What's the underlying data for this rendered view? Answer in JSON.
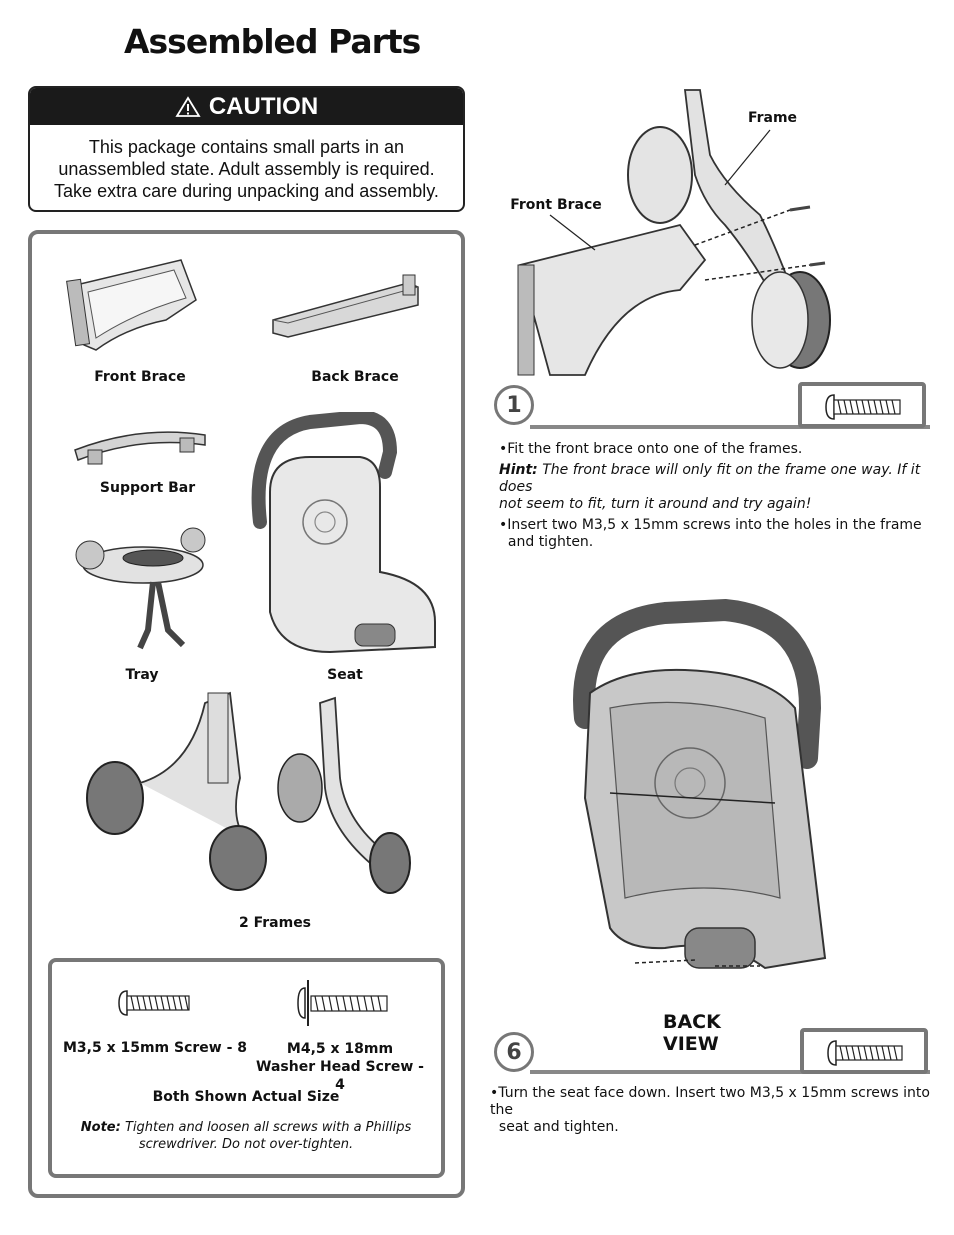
{
  "page_title": "Assembled Parts",
  "caution": {
    "heading": "CAUTION",
    "lines": [
      "This package contains small parts in an",
      "unassembled state. Adult assembly is required.",
      "Take extra care during unpacking and assembly."
    ]
  },
  "parts": {
    "front_brace": "Front Brace",
    "back_brace": "Back Brace",
    "support_bar": "Support Bar",
    "tray": "Tray",
    "seat": "Seat",
    "frames": "2 Frames"
  },
  "screws": {
    "screw1": "M3,5 x 15mm Screw - 8",
    "screw2_line1": "M4,5 x 18mm",
    "screw2_line2": "Washer Head Screw - 4",
    "actual_size": "Both Shown Actual Size",
    "note_label": "Note:",
    "note_line1": "Tighten and loosen all screws with a Phillips",
    "note_line2": "screwdriver. Do not over-tighten."
  },
  "step1": {
    "number": "1",
    "callout_frame": "Frame",
    "callout_front_brace": "Front Brace",
    "bullet1": "Fit the front brace onto one of the frames.",
    "hint_label": "Hint:",
    "hint_line1": "The front brace will only fit on the frame one way. If it does",
    "hint_line2": "not seem to fit, turn it around and try again!",
    "bullet2_line1": "Insert two M3,5 x 15mm screws into the holes in the frame",
    "bullet2_line2": "and tighten."
  },
  "step6": {
    "number": "6",
    "view_label": "BACK VIEW",
    "bullet1_line1": "Turn the seat face down. Insert two M3,5 x 15mm screws into the",
    "bullet1_line2": "seat and tighten."
  },
  "colors": {
    "caution_bg": "#1a1a1a",
    "border_gray": "#777777"
  }
}
